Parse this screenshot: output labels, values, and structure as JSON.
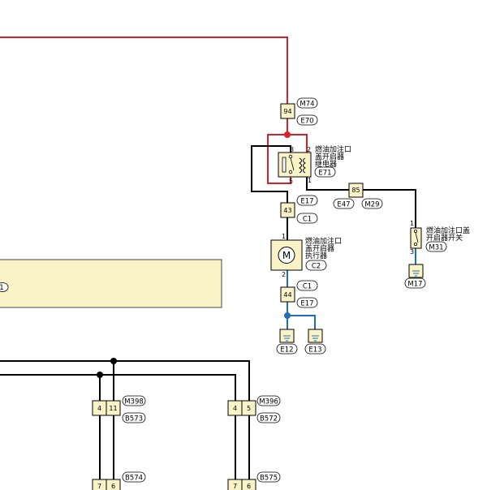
{
  "connectors": {
    "m74": "M74",
    "e70": "E70",
    "e71": "E71",
    "e17_top": "E17",
    "c1_top": "C1",
    "e47": "E47",
    "m29": "M29",
    "m31": "M31",
    "m17": "M17",
    "c2": "C2",
    "c1_bottom": "C1",
    "e17_bottom": "E17",
    "e12": "E12",
    "e13": "E13",
    "m398": "M398",
    "b573": "B573",
    "m396": "M396",
    "b572": "B572",
    "b574": "B574",
    "b575": "B575",
    "left_partial": "1"
  },
  "terminals": {
    "t94": "94",
    "t85": "85",
    "t43": "43",
    "t44": "44",
    "t4a": "4",
    "t11": "11",
    "t4b": "4",
    "t5": "5",
    "t7a": "7",
    "t6a": "6",
    "t7b": "7",
    "t6b": "6"
  },
  "pins": {
    "relay_3": "3",
    "relay_2": "2",
    "relay_5": "5",
    "relay_1": "1",
    "motor_1": "1",
    "motor_2": "2",
    "switch_1": "1",
    "switch_3": "3"
  },
  "components": {
    "relay": [
      "燃油加注口",
      "盖开启器",
      "继电器"
    ],
    "actuator": [
      "燃油加注口",
      "盖开启器",
      "执行器"
    ],
    "switch": [
      "燃油加注口盖",
      "开启器开关"
    ],
    "motor_symbol": "M"
  },
  "colors": {
    "red_wire": "#d6202a",
    "blue_wire": "#1d6fb8",
    "black_wire": "#000000",
    "box_fill": "#fbf3c8"
  }
}
